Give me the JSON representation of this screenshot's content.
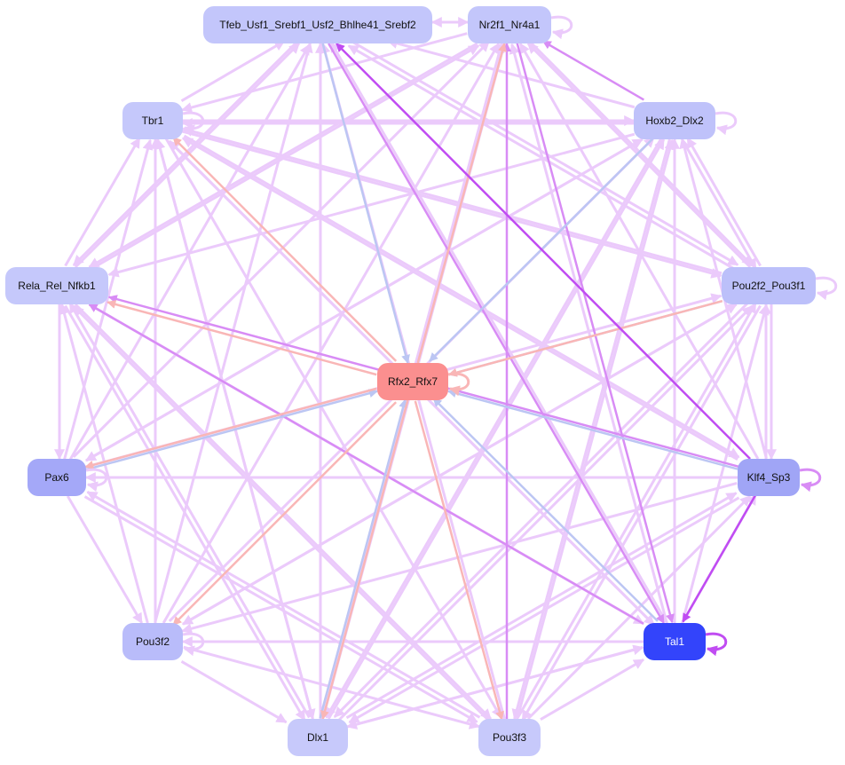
{
  "nodes": [
    {
      "id": "T",
      "label": "Tfeb_Usf1_Srebf1_Usf2_Bhlhe41_Srebf2",
      "color": "#c3c6fb"
    },
    {
      "id": "N",
      "label": "Nr2f1_Nr4a1",
      "color": "#c3c6fb"
    },
    {
      "id": "Tb",
      "label": "Tbr1",
      "color": "#c5c8fb"
    },
    {
      "id": "H",
      "label": "Hoxb2_Dlx2",
      "color": "#bfc2fa"
    },
    {
      "id": "R",
      "label": "Rela_Rel_Nfkb1",
      "color": "#c5c8fb"
    },
    {
      "id": "P",
      "label": "Pou2f2_Pou3f1",
      "color": "#bcc0fa"
    },
    {
      "id": "X",
      "label": "Rfx2_Rfx7",
      "color": "#fb8f8f"
    },
    {
      "id": "Px",
      "label": "Pax6",
      "color": "#a4a8f8"
    },
    {
      "id": "K",
      "label": "Klf4_Sp3",
      "color": "#a0a5f6"
    },
    {
      "id": "P2",
      "label": "Pou3f2",
      "color": "#b9bcfa"
    },
    {
      "id": "Ta",
      "label": "Tal1",
      "color": "#3344fb",
      "text": "#ffffff"
    },
    {
      "id": "D",
      "label": "Dlx1",
      "color": "#c7c9fb"
    },
    {
      "id": "P3",
      "label": "Pou3f3",
      "color": "#c7c9fb"
    }
  ],
  "edge_colors": {
    "light": "#ebcafb",
    "mid": "#d88cf5",
    "dark": "#c04cf2",
    "red": "#f9b6b6",
    "blue": "#bcc6f3"
  },
  "edges": [
    [
      "X",
      "Tb",
      "red"
    ],
    [
      "X",
      "R",
      "red"
    ],
    [
      "X",
      "N",
      "red"
    ],
    [
      "X",
      "Px",
      "red"
    ],
    [
      "X",
      "P2",
      "red"
    ],
    [
      "X",
      "D",
      "red"
    ],
    [
      "X",
      "P3",
      "red"
    ],
    [
      "P",
      "X",
      "red"
    ],
    [
      "T",
      "X",
      "blue"
    ],
    [
      "H",
      "X",
      "blue"
    ],
    [
      "P",
      "X",
      "blue"
    ],
    [
      "K",
      "X",
      "blue"
    ],
    [
      "Ta",
      "X",
      "blue"
    ],
    [
      "D",
      "X",
      "blue"
    ],
    [
      "Px",
      "X",
      "blue"
    ],
    [
      "K",
      "T",
      "dark"
    ],
    [
      "K",
      "Ta",
      "dark"
    ],
    [
      "Ta",
      "R",
      "mid"
    ],
    [
      "K",
      "R",
      "mid"
    ],
    [
      "N",
      "Ta",
      "mid"
    ],
    [
      "T",
      "Ta",
      "mid"
    ],
    [
      "H",
      "N",
      "mid"
    ],
    [
      "P3",
      "N",
      "mid"
    ],
    [
      "Tb",
      "T",
      "light"
    ],
    [
      "Tb",
      "H",
      "light"
    ],
    [
      "Tb",
      "P",
      "light"
    ],
    [
      "Tb",
      "P3",
      "light"
    ],
    [
      "Tb",
      "D",
      "light"
    ],
    [
      "Tb",
      "Ta",
      "light"
    ],
    [
      "Tb",
      "K",
      "light"
    ],
    [
      "R",
      "T",
      "light"
    ],
    [
      "R",
      "N",
      "light"
    ],
    [
      "R",
      "Tb",
      "light"
    ],
    [
      "R",
      "P3",
      "light"
    ],
    [
      "R",
      "D",
      "light"
    ],
    [
      "R",
      "Px",
      "light"
    ],
    [
      "R",
      "Ta",
      "light"
    ],
    [
      "Px",
      "T",
      "light"
    ],
    [
      "Px",
      "N",
      "light"
    ],
    [
      "Px",
      "H",
      "light"
    ],
    [
      "Px",
      "Tb",
      "light"
    ],
    [
      "Px",
      "P",
      "light"
    ],
    [
      "Px",
      "P2",
      "light"
    ],
    [
      "Px",
      "P3",
      "light"
    ],
    [
      "P2",
      "T",
      "light"
    ],
    [
      "P2",
      "N",
      "light"
    ],
    [
      "P2",
      "Tb",
      "light"
    ],
    [
      "P2",
      "H",
      "light"
    ],
    [
      "P2",
      "P",
      "light"
    ],
    [
      "P2",
      "D",
      "light"
    ],
    [
      "P2",
      "P3",
      "light"
    ],
    [
      "P2",
      "R",
      "light"
    ],
    [
      "D",
      "T",
      "light"
    ],
    [
      "D",
      "N",
      "light"
    ],
    [
      "D",
      "H",
      "light"
    ],
    [
      "D",
      "P",
      "light"
    ],
    [
      "D",
      "K",
      "light"
    ],
    [
      "D",
      "Tb",
      "light"
    ],
    [
      "D",
      "R",
      "light"
    ],
    [
      "D",
      "Ta",
      "light"
    ],
    [
      "P3",
      "T",
      "light"
    ],
    [
      "P3",
      "H",
      "light"
    ],
    [
      "P3",
      "P",
      "light"
    ],
    [
      "P3",
      "K",
      "light"
    ],
    [
      "P3",
      "Px",
      "light"
    ],
    [
      "P3",
      "R",
      "light"
    ],
    [
      "P3",
      "Ta",
      "light"
    ],
    [
      "Ta",
      "T",
      "light"
    ],
    [
      "Ta",
      "N",
      "light"
    ],
    [
      "Ta",
      "H",
      "light"
    ],
    [
      "Ta",
      "P",
      "light"
    ],
    [
      "Ta",
      "Tb",
      "light"
    ],
    [
      "Ta",
      "P2",
      "light"
    ],
    [
      "Ta",
      "D",
      "light"
    ],
    [
      "Ta",
      "K",
      "light"
    ],
    [
      "K",
      "N",
      "light"
    ],
    [
      "K",
      "H",
      "light"
    ],
    [
      "K",
      "P",
      "light"
    ],
    [
      "K",
      "Px",
      "light"
    ],
    [
      "K",
      "P2",
      "light"
    ],
    [
      "K",
      "D",
      "light"
    ],
    [
      "K",
      "Tb",
      "light"
    ],
    [
      "H",
      "T",
      "light"
    ],
    [
      "H",
      "R",
      "light"
    ],
    [
      "H",
      "Px",
      "light"
    ],
    [
      "H",
      "P",
      "light"
    ],
    [
      "H",
      "Tb",
      "light"
    ],
    [
      "H",
      "P3",
      "light"
    ],
    [
      "H",
      "D",
      "light"
    ],
    [
      "P",
      "T",
      "light"
    ],
    [
      "P",
      "N",
      "light"
    ],
    [
      "P",
      "H",
      "light"
    ],
    [
      "P",
      "K",
      "light"
    ],
    [
      "P",
      "P2",
      "light"
    ],
    [
      "P",
      "D",
      "light"
    ],
    [
      "P",
      "P3",
      "light"
    ],
    [
      "P",
      "Tb",
      "light"
    ],
    [
      "N",
      "T",
      "light"
    ],
    [
      "T",
      "N",
      "light"
    ],
    [
      "N",
      "R",
      "light"
    ],
    [
      "N",
      "Tb",
      "light"
    ],
    [
      "N",
      "P",
      "light"
    ],
    [
      "N",
      "D",
      "light"
    ],
    [
      "T",
      "R",
      "light"
    ],
    [
      "T",
      "P",
      "light"
    ]
  ],
  "self_loops": [
    [
      "N",
      "light"
    ],
    [
      "Tb",
      "light"
    ],
    [
      "H",
      "light"
    ],
    [
      "P",
      "light"
    ],
    [
      "X",
      "red"
    ],
    [
      "Px",
      "light"
    ],
    [
      "K",
      "mid"
    ],
    [
      "P2",
      "light"
    ],
    [
      "Ta",
      "dark"
    ]
  ]
}
